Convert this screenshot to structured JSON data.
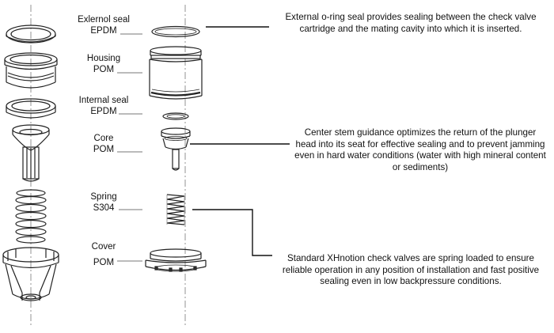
{
  "parts": [
    {
      "id": "external-seal",
      "name": "Exlernol seal",
      "material": "EPDM"
    },
    {
      "id": "housing",
      "name": "Housing",
      "material": "POM"
    },
    {
      "id": "internal-seal",
      "name": "Internal seal",
      "material": "EPDM"
    },
    {
      "id": "core",
      "name": "Core",
      "material": "POM"
    },
    {
      "id": "spring",
      "name": "Spring",
      "material": "S304"
    },
    {
      "id": "cover",
      "name": "Cover",
      "material": "POM"
    }
  ],
  "callouts": [
    {
      "id": "seal-callout",
      "text": "External o-ring seal provides sealing between the check valve cartridge and the mating cavity into which it is inserted."
    },
    {
      "id": "stem-callout",
      "text": "Center stem guidance optimizes the return of the plunger head into its seat for effective sealing and to prevent jamming even in hard water conditions (water with high mineral content or sediments)"
    },
    {
      "id": "spring-callout",
      "text": "Standard XHnotion check valves are spring loaded to ensure reliable operation in any position of installation and fast positive sealing even in low backpressure conditions."
    }
  ]
}
